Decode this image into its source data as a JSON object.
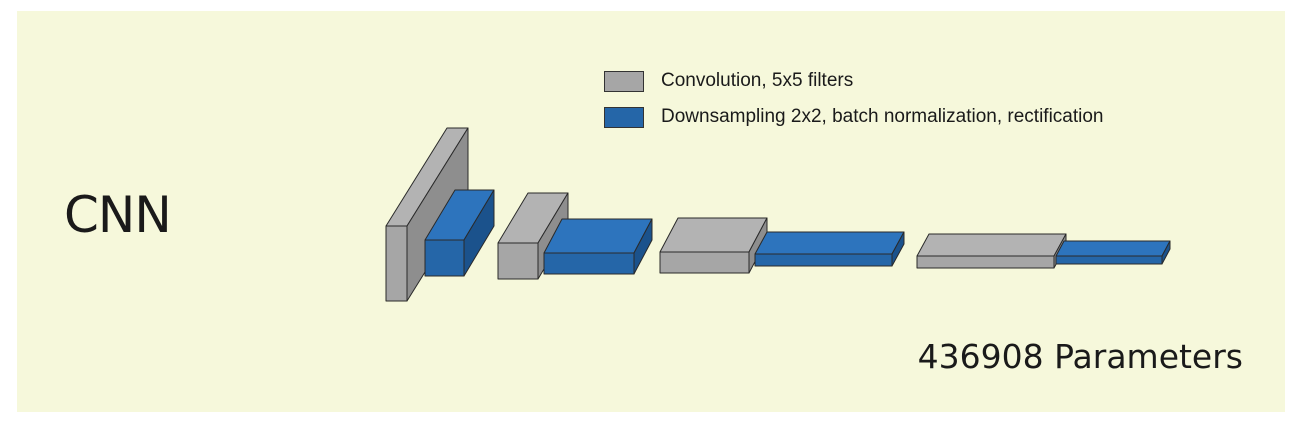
{
  "title": "CNN",
  "parameters_label": "436908 Parameters",
  "legend": [
    {
      "label": "Convolution, 5x5 filters",
      "color": "#a6a6a6",
      "icon": "gray-swatch"
    },
    {
      "label": "Downsampling 2x2, batch normalization, rectification",
      "color": "#2566a8",
      "icon": "blue-swatch"
    }
  ],
  "colors": {
    "background": "#f6f8db",
    "convolution_front": "#a6a6a6",
    "convolution_top": "#b3b3b3",
    "convolution_side": "#8e8e8e",
    "downsampling_front": "#2566a8",
    "downsampling_top": "#2d74bd",
    "downsampling_side": "#1b528c"
  }
}
